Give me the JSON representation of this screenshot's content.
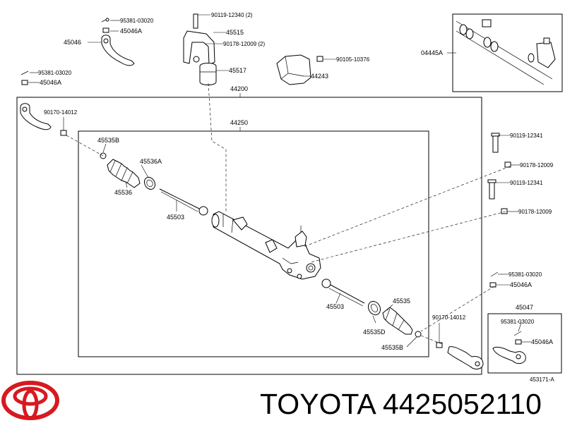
{
  "labels": {
    "p45046_top": "45046",
    "p95381_top": "95381-03020",
    "p45046A_top": "45046A",
    "p90119_12340": "90119-12340 (2)",
    "p45515": "45515",
    "p90178_12009_2": "90178-12009 (2)",
    "p45517": "45517",
    "p90105_10376": "90105-10376",
    "p44243": "44243",
    "p04445A": "04445A",
    "p95381_left": "95381-03020",
    "p45046A_left": "45046A",
    "p44200": "44200",
    "p90170_left": "90170-14012",
    "p44250": "44250",
    "p45535B_top": "45535B",
    "p45536A": "45536A",
    "p45536": "45536",
    "p45503_left": "45503",
    "p90119_12341_a": "90119-12341",
    "p90178_12009_a": "90178-12009",
    "p90119_12341_b": "90119-12341",
    "p90178_12009_b": "90178-12009",
    "p95381_right": "95381-03020",
    "p45046A_right": "45046A",
    "p45047": "45047",
    "p45503_right": "45503",
    "p45535": "45535",
    "p45535D": "45535D",
    "p45535B_bottom": "45535B",
    "p90170_right": "90170-14012",
    "p95381_box": "95381-03020",
    "p45046A_box": "45046A",
    "figure_code": "453171-A"
  },
  "caption": "TOYOTA 4425052110",
  "colors": {
    "logo": "#d71920",
    "ink": "#000000"
  },
  "icons": {
    "logo": "toyota-logo"
  }
}
